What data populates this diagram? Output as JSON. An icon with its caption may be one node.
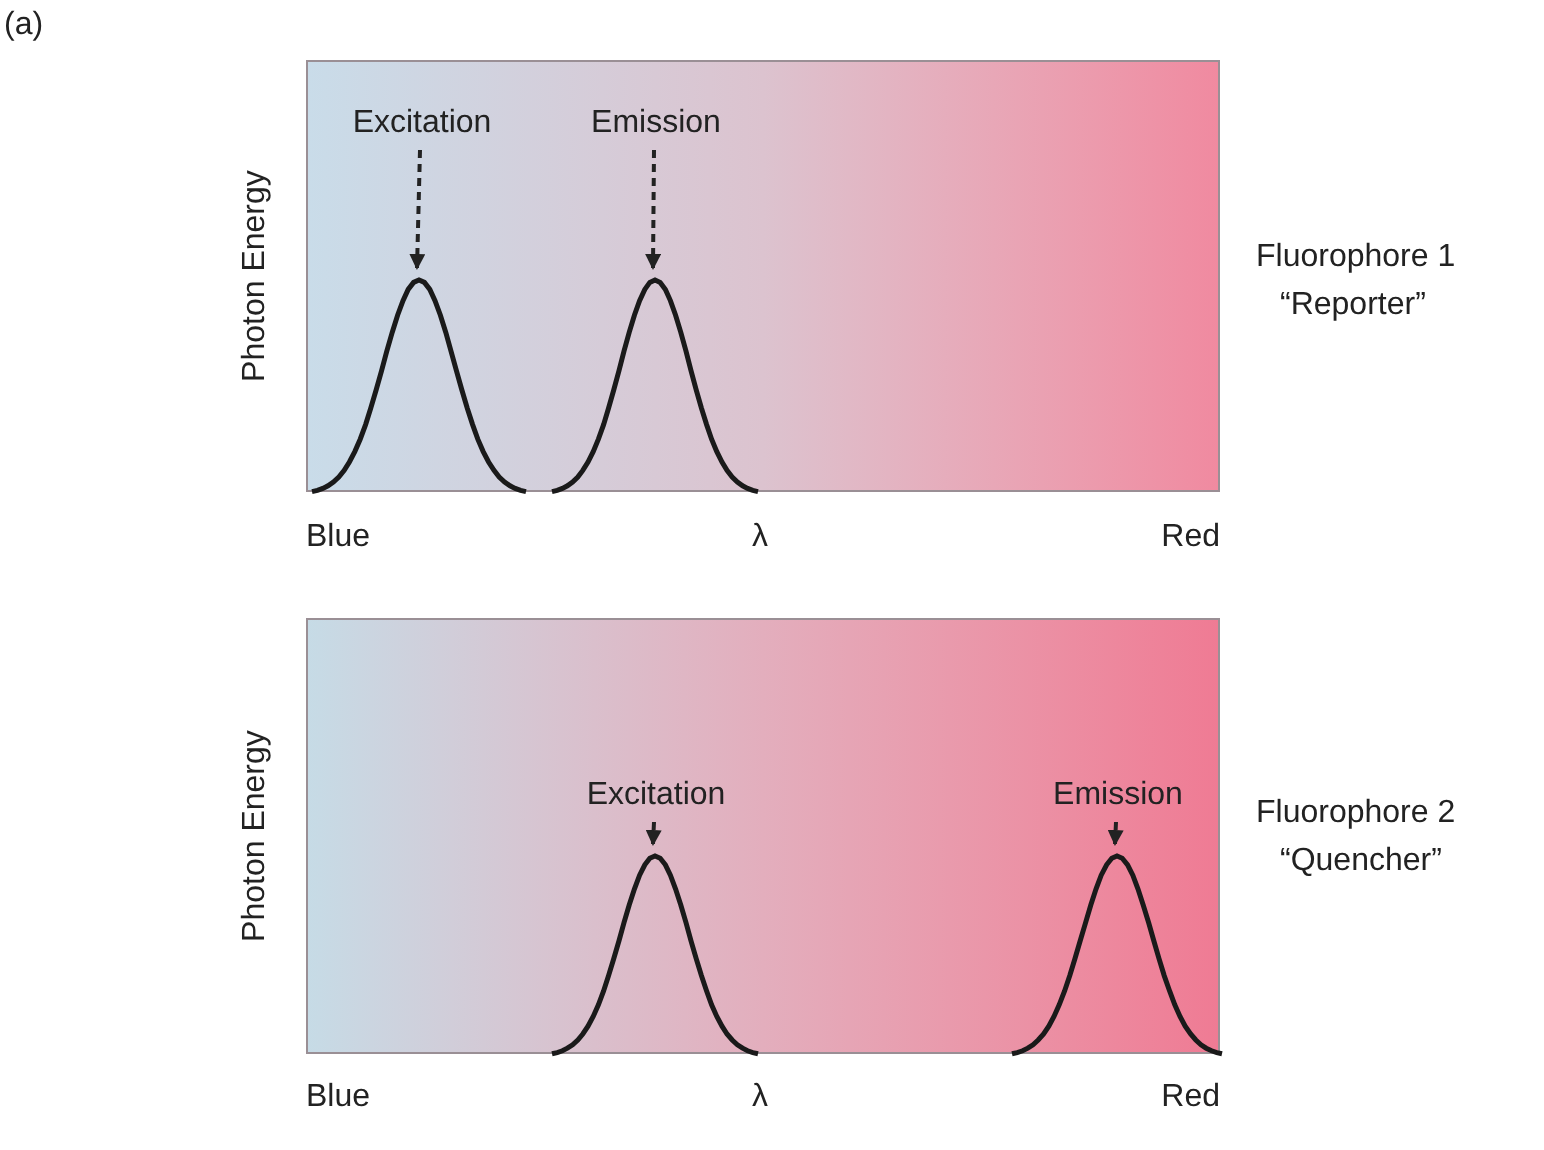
{
  "diagram": {
    "nodes": [
      {
        "text": [],
        "shape": "box"
      },
      {
        "text": [
          "Excitation"
        ],
        "in": 0
      },
      {
        "text": [
          "Emission"
        ],
        "in": 0
      },
      {
        "text": [],
        "shape": "curve",
        "in": 0
      },
      {
        "text": [],
        "shape": "curve",
        "in": 0
      },
      {
        "text": [],
        "shape": "box"
      },
      {
        "text": [
          "Excitation"
        ],
        "in": 5
      },
      {
        "text": [
          "Emission"
        ],
        "in": 5
      },
      {
        "text": [],
        "shape": "curve",
        "in": 5
      },
      {
        "text": [],
        "shape": "curve",
        "in": 5
      }
    ],
    "edges": [
      {
        "from": 1,
        "to": 3,
        "arrow": "to",
        "style": "dashed"
      },
      {
        "from": 2,
        "to": 4,
        "arrow": "to",
        "style": "dashed"
      },
      {
        "from": 6,
        "to": 8,
        "arrow": "to",
        "style": "dashed"
      },
      {
        "from": 7,
        "to": 9,
        "arrow": "to",
        "style": "dashed"
      }
    ],
    "labels": [
      "(a)",
      "Photon Energy",
      "Blue",
      "λ",
      "Red",
      "Fluorophore 1",
      "“Reporter”",
      "Photon Energy",
      "Blue",
      "λ",
      "Red",
      "Fluorophore 2",
      "“Quencher”"
    ]
  }
}
